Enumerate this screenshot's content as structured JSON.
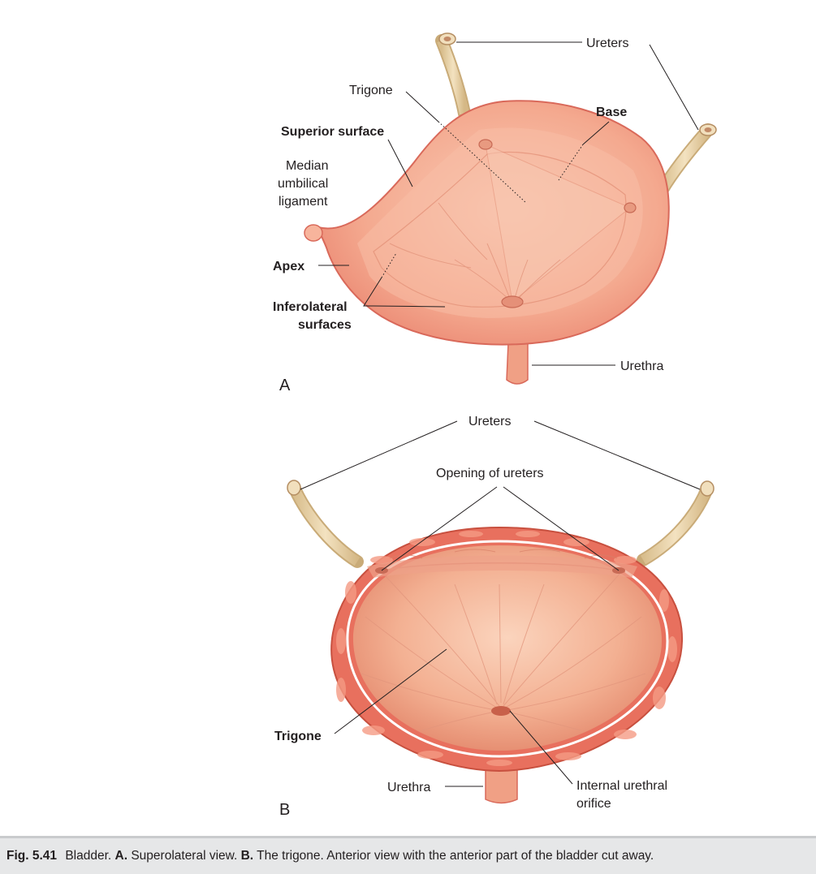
{
  "panel_a": {
    "letter": "A",
    "labels": {
      "ureters": "Ureters",
      "trigone": "Trigone",
      "base": "Base",
      "superior_surface": "Superior surface",
      "median_umbilical_ligament": [
        "Median",
        "umbilical",
        "ligament"
      ],
      "apex": "Apex",
      "inferolateral_surfaces": [
        "Inferolateral",
        "surfaces"
      ],
      "urethra": "Urethra"
    }
  },
  "panel_b": {
    "letter": "B",
    "labels": {
      "ureters": "Ureters",
      "opening_of_ureters": "Opening of ureters",
      "trigone": "Trigone",
      "urethra": "Urethra",
      "internal_urethral_orifice": [
        "Internal urethral",
        "orifice"
      ]
    }
  },
  "caption": {
    "fig_num": "Fig. 5.41",
    "t1": " Bladder. ",
    "a": "A.",
    "t2": " Superolateral view. ",
    "b": "B.",
    "t3": " The trigone. Anterior view with the anterior part of the bladder cut away."
  },
  "colors": {
    "bladder": "#f2a48f",
    "bladder_light": "#f8c8b4",
    "bladder_outline": "#d9695a",
    "wall": "#e8705e",
    "ureter": "#ecd7b0",
    "caption_bar": "#e6e7e8"
  }
}
